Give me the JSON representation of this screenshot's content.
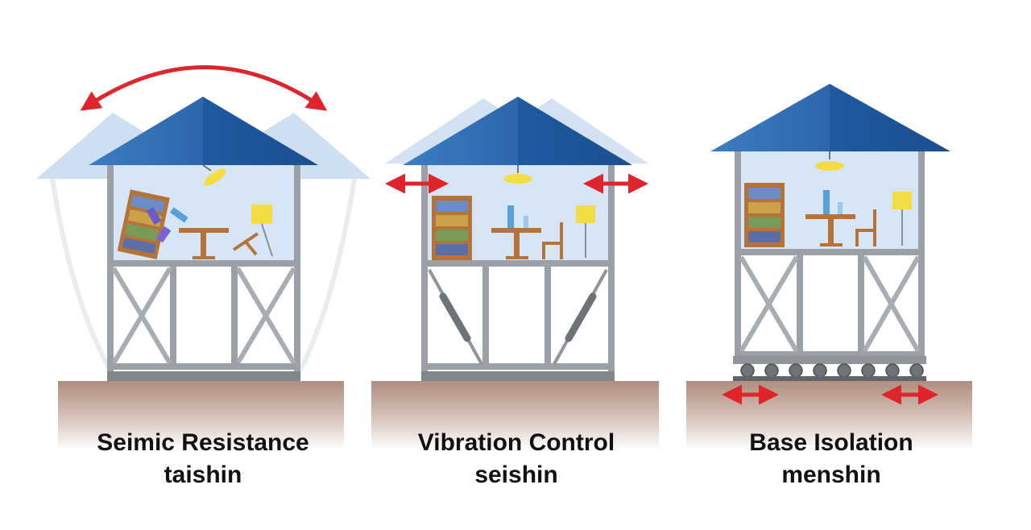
{
  "panels": [
    {
      "title": "Seimic Resistance",
      "subtitle": "taishin"
    },
    {
      "title": "Vibration Control",
      "subtitle": "seishin"
    },
    {
      "title": "Base Isolation",
      "subtitle": "menshin"
    }
  ],
  "colors": {
    "roof": "#2f6db3",
    "roof_ghost": "#a9c6e8",
    "wall": "#d6e6f7",
    "frame": "#9aa0a6",
    "ground": "#b08d7f",
    "arrow": "#e0242b",
    "lamp": "#f4dc45",
    "wood": "#b5733a",
    "damper": "#6d7377"
  }
}
